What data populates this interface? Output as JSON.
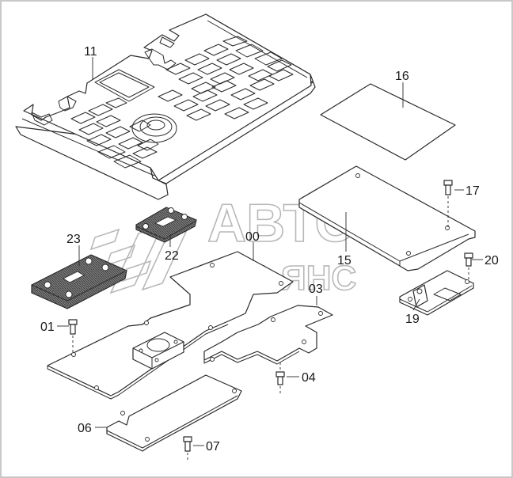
{
  "watermark": {
    "line1": "АВТО",
    "line2": "АЛЬЯНС"
  },
  "parts": [
    {
      "id": "p11",
      "label": "11"
    },
    {
      "id": "p16",
      "label": "16"
    },
    {
      "id": "p17",
      "label": "17"
    },
    {
      "id": "p15",
      "label": "15"
    },
    {
      "id": "p20",
      "label": "20"
    },
    {
      "id": "p19",
      "label": "19"
    },
    {
      "id": "p23",
      "label": "23"
    },
    {
      "id": "p22",
      "label": "22"
    },
    {
      "id": "p00",
      "label": "00"
    },
    {
      "id": "p03",
      "label": "03"
    },
    {
      "id": "p01",
      "label": "01"
    },
    {
      "id": "p04",
      "label": "04"
    },
    {
      "id": "p06",
      "label": "06"
    },
    {
      "id": "p07",
      "label": "07"
    }
  ],
  "colors": {
    "line": "#2a2a2a",
    "background": "#ffffff",
    "watermark": "#b8b8b8"
  }
}
